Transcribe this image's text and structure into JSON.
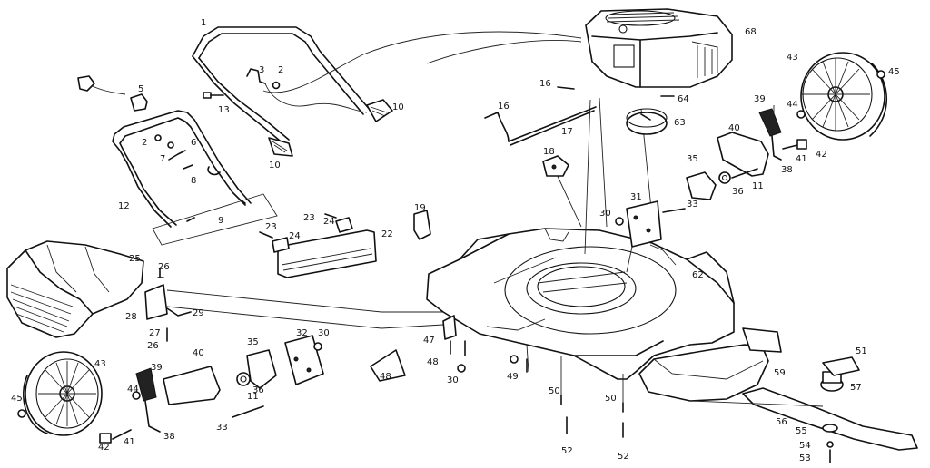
{
  "labels": {
    "l1": "1",
    "l2a": "2",
    "l2b": "2",
    "l3": "3",
    "l5": "5",
    "l6": "6",
    "l7": "7",
    "l8": "8",
    "l9": "9",
    "l10a": "10",
    "l10b": "10",
    "l11a": "11",
    "l11b": "11",
    "l12": "12",
    "l13": "13",
    "l16a": "16",
    "l16b": "16",
    "l17": "17",
    "l18": "18",
    "l19": "19",
    "l22": "22",
    "l23a": "23",
    "l23b": "23",
    "l24a": "24",
    "l24b": "24",
    "l25": "25",
    "l26a": "26",
    "l26b": "26",
    "l27": "27",
    "l28": "28",
    "l29": "29",
    "l30a": "30",
    "l30b": "30",
    "l30c": "30",
    "l31": "31",
    "l32": "32",
    "l33a": "33",
    "l33b": "33",
    "l35a": "35",
    "l35b": "35",
    "l36a": "36",
    "l36b": "36",
    "l38a": "38",
    "l38b": "38",
    "l39a": "39",
    "l39b": "39",
    "l40a": "40",
    "l40b": "40",
    "l41a": "41",
    "l41b": "41",
    "l42a": "42",
    "l42b": "42",
    "l43a": "43",
    "l43b": "43",
    "l44a": "44",
    "l44b": "44",
    "l45a": "45",
    "l45b": "45",
    "l47": "47",
    "l48a": "48",
    "l48b": "48",
    "l49": "49",
    "l50a": "50",
    "l50b": "50",
    "l51": "51",
    "l52a": "52",
    "l52b": "52",
    "l53": "53",
    "l54": "54",
    "l55": "55",
    "l56": "56",
    "l57": "57",
    "l59": "59",
    "l62": "62",
    "l63": "63",
    "l64": "64",
    "l68": "68"
  }
}
